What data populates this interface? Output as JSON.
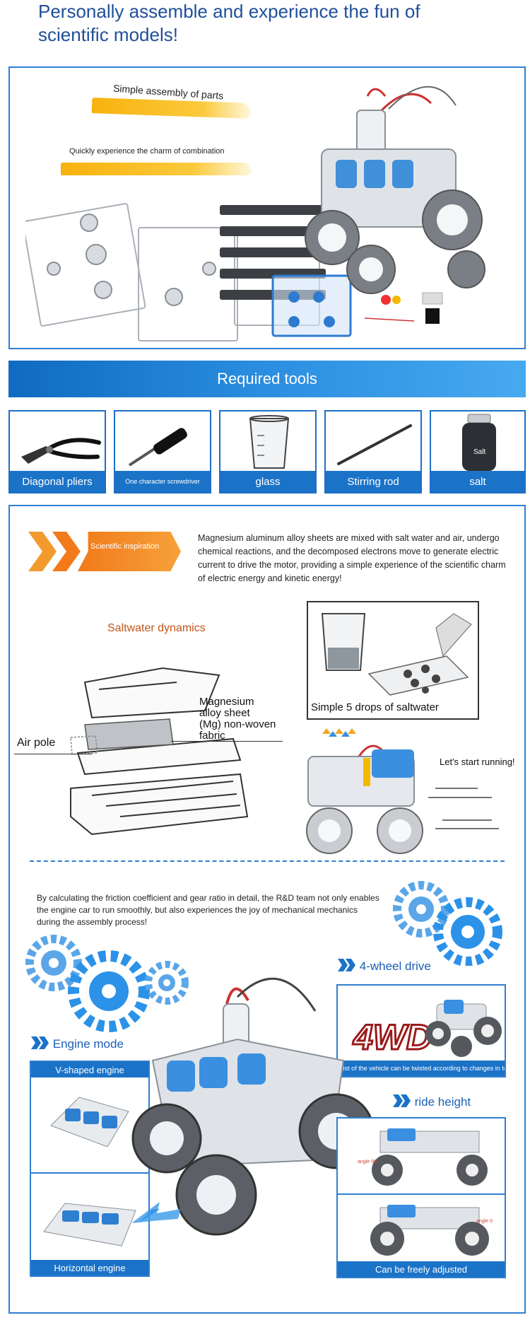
{
  "hero": {
    "title_line1": "Personally assemble and experience the fun of",
    "title_line2": "scientific models!"
  },
  "panel1": {
    "tag1": "Simple assembly of parts",
    "tag2": "Quickly experience the charm of combination"
  },
  "tools": {
    "title": "Required tools",
    "items": [
      {
        "label": "Diagonal pliers"
      },
      {
        "label": "One character screwdriver"
      },
      {
        "label": "glass"
      },
      {
        "label": "Stirring rod"
      },
      {
        "label": "salt"
      }
    ],
    "salt_jar_text": "Salt"
  },
  "science": {
    "badge": "Scientific inspiration",
    "paragraph": "Magnesium aluminum alloy sheets are mixed with salt water and air, undergo chemical reactions, and the decomposed electrons move to generate electric current to drive the motor, providing a simple experience of the scientific charm of electric energy and kinetic energy!",
    "diagram_title": "Saltwater dynamics",
    "label_sheet_line1": "Magnesium",
    "label_sheet_line2": "alloy sheet",
    "label_sheet_line3": "(Mg) non-woven",
    "label_sheet_line4": "fabric",
    "label_air_pole": "Air pole",
    "drops_caption": "Simple 5 drops of saltwater",
    "run_caption": "Let's start running!"
  },
  "mechanics": {
    "paragraph": "By calculating the friction coefficient and gear ratio in detail, the R&D team not only enables the engine car to run smoothly, but also experiences the joy of mechanical mechanics during the assembly process!",
    "four_wd_title": "4-wheel drive",
    "four_wd_logo": "4WD",
    "four_wd_caption": "The waist of the vehicle can be twisted according to changes in terrain",
    "engine_title": "Engine mode",
    "engine_v": "V-shaped engine",
    "engine_h": "Horizontal engine",
    "ride_title": "ride height",
    "ride_caption": "Can be freely adjusted",
    "angle_top": "angle 90",
    "angle_bottom": "angle 0"
  },
  "colors": {
    "accent_blue": "#1b73c8",
    "brand_orange": "#f27a1a",
    "brush_yellow": "#f7ae00"
  }
}
